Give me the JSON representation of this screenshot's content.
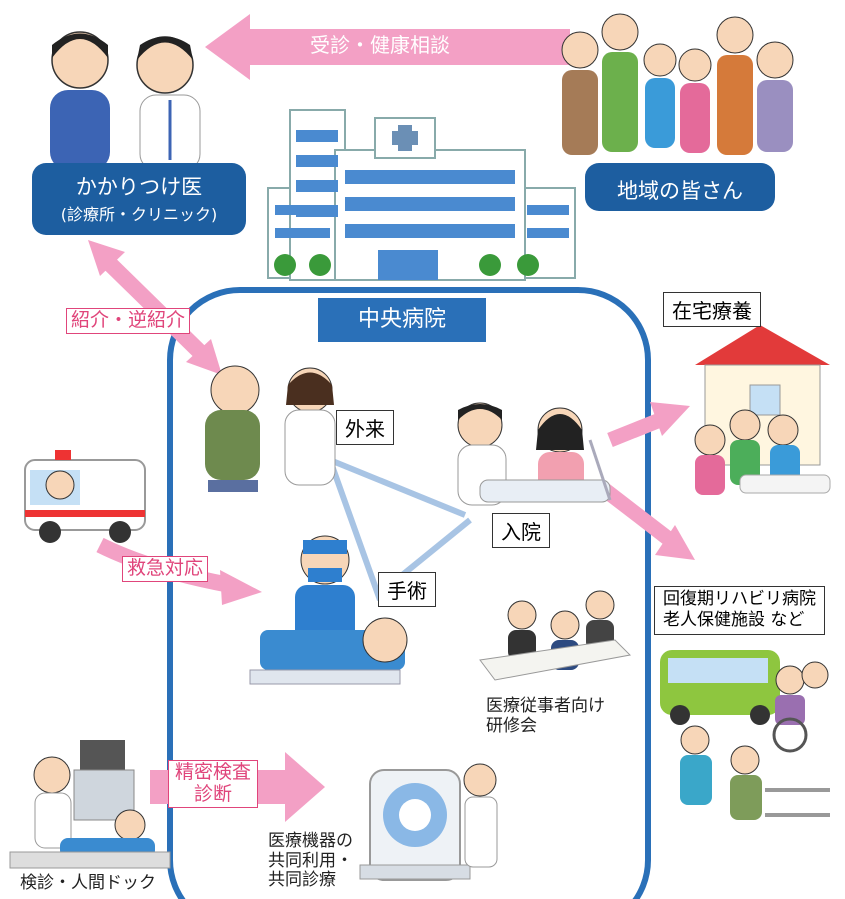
{
  "colors": {
    "navy": "#1d5ea0",
    "pink_arrow": "#f3a0c5",
    "pink_text": "#e0457b",
    "hospital_blue": "#2a70b8",
    "line_blue": "#a8c4e4"
  },
  "labels": {
    "consultation": "受診・健康相談",
    "family_doctor_line1": "かかりつけ医",
    "family_doctor_line2": "(診療所・クリニック)",
    "community": "地域の皆さん",
    "central_hospital": "中央病院",
    "referral": "紹介・逆紹介",
    "home_care": "在宅療養",
    "outpatient": "外来",
    "inpatient": "入院",
    "surgery": "手術",
    "emergency": "救急対応",
    "rehab_line1": "回復期リハビリ病院",
    "rehab_line2": "老人保健施設 など",
    "training_line1": "医療従事者向け",
    "training_line2": "研修会",
    "detailed_exam_line1": "精密検査",
    "detailed_exam_line2": "診断",
    "equipment_line1": "医療機器の",
    "equipment_line2": "共同利用・",
    "equipment_line3": "共同診療",
    "checkup": "検診・人間ドック"
  }
}
